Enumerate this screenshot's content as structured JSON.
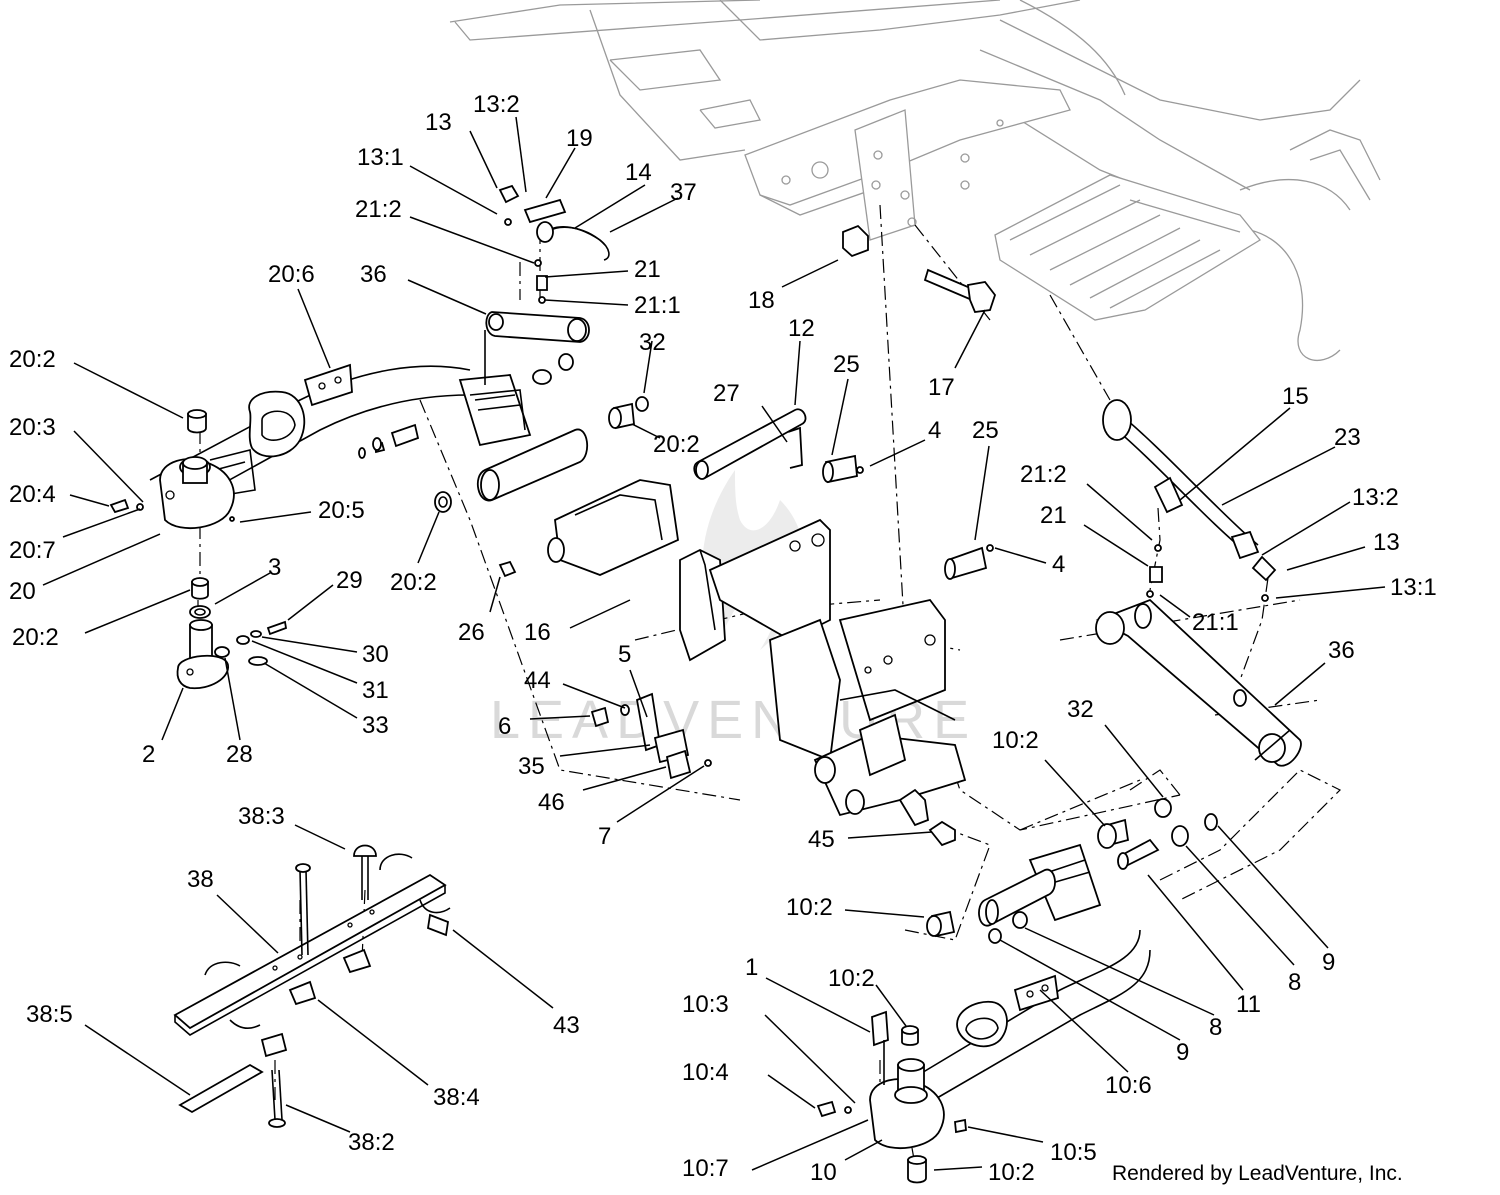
{
  "credit": "Rendered by LeadVenture, Inc.",
  "watermark": "LEADVENTURE",
  "callouts": {
    "c1": "1",
    "c2": "2",
    "c3": "3",
    "c4a": "4",
    "c4b": "4",
    "c5": "5",
    "c6": "6",
    "c7": "7",
    "c8a": "8",
    "c8b": "8",
    "c9a": "9",
    "c9b": "9",
    "c10": "10",
    "c10_2a": "10:2",
    "c10_2b": "10:2",
    "c10_2c": "10:2",
    "c10_2d": "10:2",
    "c10_3": "10:3",
    "c10_4": "10:4",
    "c10_5": "10:5",
    "c10_6": "10:6",
    "c10_7": "10:7",
    "c11": "11",
    "c12": "12",
    "c13a": "13",
    "c13b": "13",
    "c13_1a": "13:1",
    "c13_1b": "13:1",
    "c13_2a": "13:2",
    "c13_2b": "13:2",
    "c14": "14",
    "c15": "15",
    "c16": "16",
    "c17": "17",
    "c18": "18",
    "c19": "19",
    "c20": "20",
    "c20_2a": "20:2",
    "c20_2b": "20:2",
    "c20_2c": "20:2",
    "c20_2d": "20:2",
    "c20_3": "20:3",
    "c20_4": "20:4",
    "c20_5": "20:5",
    "c20_6": "20:6",
    "c20_7": "20:7",
    "c21a": "21",
    "c21b": "21",
    "c21_1a": "21:1",
    "c21_1b": "21:1",
    "c21_2a": "21:2",
    "c21_2b": "21:2",
    "c23": "23",
    "c25a": "25",
    "c25b": "25",
    "c26": "26",
    "c27": "27",
    "c28": "28",
    "c29": "29",
    "c30": "30",
    "c31": "31",
    "c32a": "32",
    "c32b": "32",
    "c33": "33",
    "c35": "35",
    "c36a": "36",
    "c36b": "36",
    "c37": "37",
    "c38": "38",
    "c38_2": "38:2",
    "c38_3": "38:3",
    "c38_4": "38:4",
    "c38_5": "38:5",
    "c43": "43",
    "c44": "44",
    "c45": "45",
    "c46": "46"
  }
}
